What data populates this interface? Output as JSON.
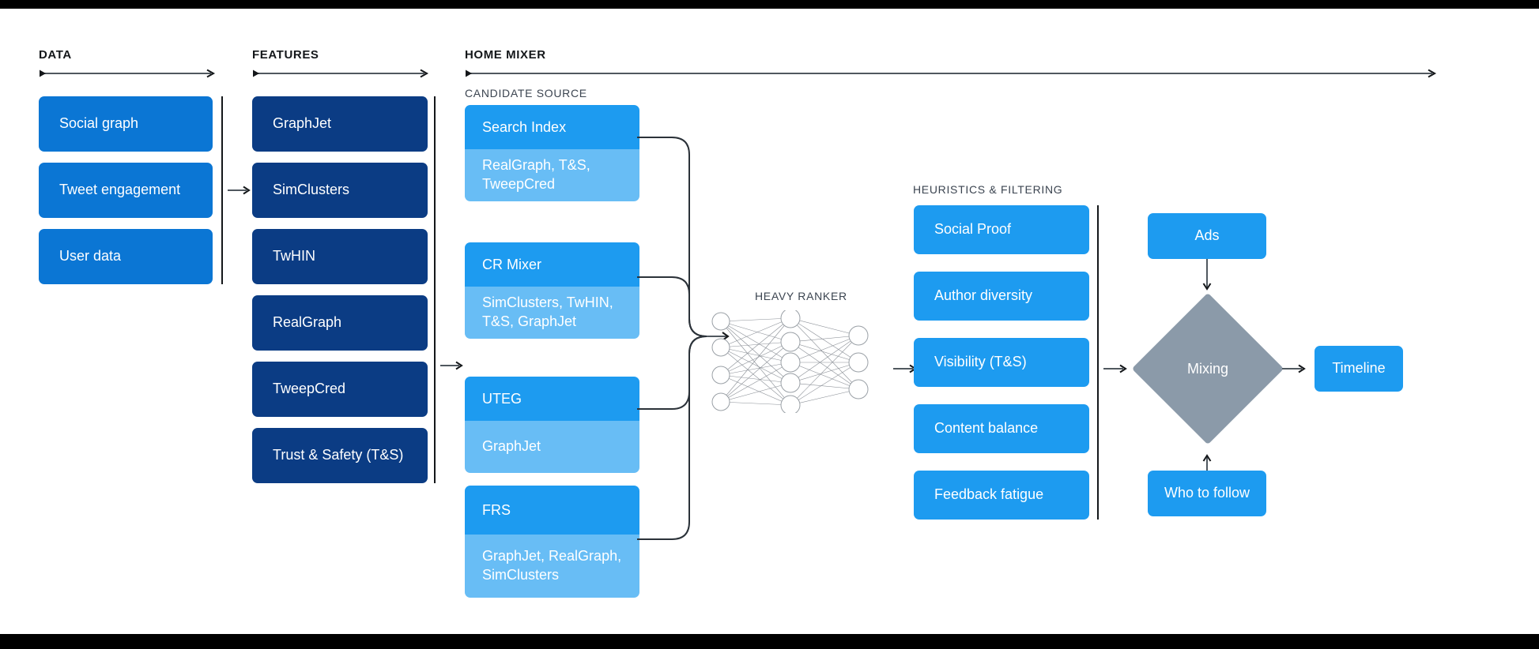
{
  "sections": [
    {
      "key": "data",
      "label": "DATA"
    },
    {
      "key": "features",
      "label": "FEATURES"
    },
    {
      "key": "home",
      "label": "HOME MIXER"
    }
  ],
  "subheads": {
    "candidate_source": "CANDIDATE SOURCE",
    "heuristics": "HEURISTICS & FILTERING",
    "heavy_ranker": "HEAVY RANKER"
  },
  "data_column": {
    "items": [
      {
        "label": "Social graph"
      },
      {
        "label": "Tweet engagement"
      },
      {
        "label": "User data"
      }
    ]
  },
  "features_column": {
    "items": [
      {
        "label": "GraphJet"
      },
      {
        "label": "SimClusters"
      },
      {
        "label": "TwHIN"
      },
      {
        "label": "RealGraph"
      },
      {
        "label": "TweepCred"
      },
      {
        "label": "Trust & Safety (T&S)"
      }
    ]
  },
  "candidate_sources": [
    {
      "title": "Search Index",
      "features": "RealGraph, T&S, TweepCred"
    },
    {
      "title": "CR Mixer",
      "features": "SimClusters, TwHIN, T&S, GraphJet"
    },
    {
      "title": "UTEG",
      "features": "GraphJet"
    },
    {
      "title": "FRS",
      "features": "GraphJet, RealGraph, SimClusters"
    }
  ],
  "heuristics": {
    "items": [
      {
        "label": "Social Proof"
      },
      {
        "label": "Author diversity"
      },
      {
        "label": "Visibility (T&S)"
      },
      {
        "label": "Content balance"
      },
      {
        "label": "Feedback fatigue"
      }
    ]
  },
  "outputs": {
    "ads": "Ads",
    "mixing": "Mixing",
    "who_to_follow": "Who to follow",
    "timeline": "Timeline"
  },
  "colors": {
    "data_blue": "#0b76d4",
    "feature_navy": "#0b3c84",
    "source_blue": "#1d9bf0",
    "source_light": "#68bdf5",
    "mixing_gray": "#8b9aa9",
    "rule": "#50585f",
    "divider": "#14171a"
  }
}
